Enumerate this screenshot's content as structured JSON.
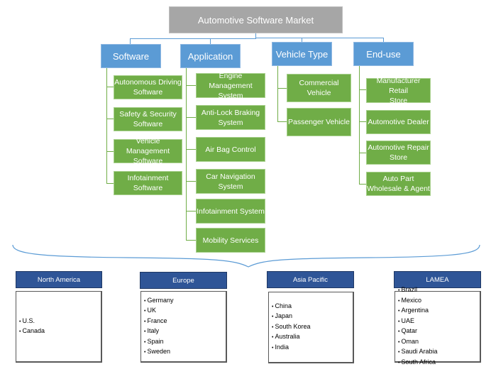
{
  "title": "Automotive Software Market",
  "colors": {
    "root": "#a6a6a6",
    "category": "#5b9bd5",
    "leaf": "#70ad47",
    "region_header": "#2f5597"
  },
  "categories": [
    {
      "label": "Software",
      "items": [
        "Autonomous Driving\nSoftware",
        "Safety & Security\nSoftware",
        "Vehicle Management\nSoftware",
        "Infotainment\nSoftware"
      ]
    },
    {
      "label": "Application",
      "items": [
        "Engine Management\nSystem",
        "Anti-Lock Braking\nSystem",
        "Air Bag Control",
        "Car Navigation\nSystem",
        "Infotainment System",
        "Mobility Services"
      ]
    },
    {
      "label": "Vehicle Type",
      "items": [
        "Commercial Vehicle",
        "Passenger Vehicle"
      ]
    },
    {
      "label": "End-use",
      "items": [
        "Manufacturer Retail\nStore",
        "Automotive Dealer",
        "Automotive Repair\nStore",
        "Auto Part\nWholesale & Agent"
      ]
    }
  ],
  "regions": [
    {
      "label": "North America",
      "countries": [
        "U.S.",
        "Canada"
      ]
    },
    {
      "label": "Europe",
      "countries": [
        "Germany",
        "UK",
        "France",
        "Italy",
        "Spain",
        "Sweden"
      ]
    },
    {
      "label": "Asia Pacific",
      "countries": [
        "China",
        "Japan",
        "South Korea",
        "Australia",
        "India"
      ]
    },
    {
      "label": "LAMEA",
      "countries": [
        "Brazil",
        "Mexico",
        "Argentina",
        "UAE",
        "Qatar",
        "Oman",
        "Saudi Arabia",
        "South Africa"
      ]
    }
  ]
}
